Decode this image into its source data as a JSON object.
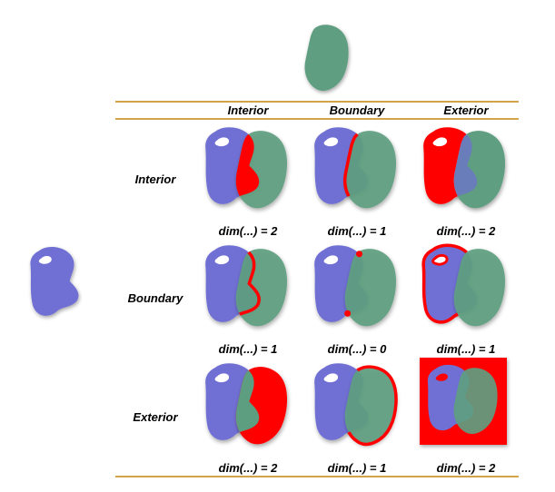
{
  "columns": [
    "Interior",
    "Boundary",
    "Exterior"
  ],
  "rows": [
    "Interior",
    "Boundary",
    "Exterior"
  ],
  "matrix": [
    [
      "dim(...) = 2",
      "dim(...) = 1",
      "dim(...) = 2"
    ],
    [
      "dim(...) = 1",
      "dim(...) = 0",
      "dim(...) = 1"
    ],
    [
      "dim(...) = 2",
      "dim(...) = 1",
      "dim(...) = 2"
    ]
  ],
  "colors": {
    "shape_a": "#6f6fd4",
    "shape_b": "#5e9e80",
    "highlight": "#ff0000",
    "rule": "#d4a347"
  }
}
